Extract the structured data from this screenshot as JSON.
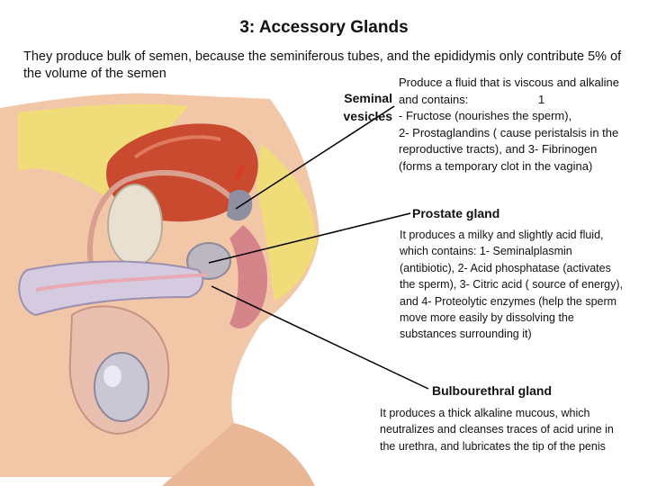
{
  "title": "3: Accessory Glands",
  "intro": "They produce bulk of semen, because the seminiferous tubes, and the epididymis only contribute 5% of the volume of the semen",
  "seminal_vesicles": {
    "label": "Seminal\nvesicles",
    "line1": "Produce a fluid that is viscous and alkaline and contains:",
    "line1_num": "1",
    "line2": "- Fructose (nourishes the sperm),",
    "line3": "2- Prostaglandins ( cause peristalsis in the reproductive tracts), and 3- Fibrinogen (forms a temporary clot in the vagina)"
  },
  "prostate": {
    "label": "Prostate gland",
    "text": "It produces a milky and slightly acid fluid, which contains: 1- Seminalplasmin (antibiotic), 2- Acid phosphatase (activates the sperm), 3- Citric acid ( source of energy), and 4- Proteolytic enzymes (help the sperm move more easily by dissolving the substances surrounding it)"
  },
  "bulbourethral": {
    "label": "Bulbourethral gland",
    "text": "It produces a thick alkaline mucous, which neutralizes and cleanses traces of acid urine in the urethra, and lubricates the tip of the penis"
  },
  "colors": {
    "skin": "#f2c7a8",
    "muscle": "#c94a2e",
    "fat": "#f1dc7a",
    "bone": "#e8e0d0",
    "gray_tissue": "#bdb7c2",
    "vessel": "#d83a2a"
  }
}
